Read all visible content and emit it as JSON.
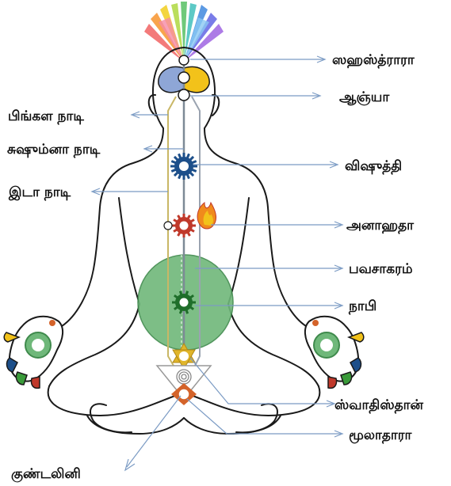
{
  "colors": {
    "outline": "#1a1a1a",
    "leader": "#7b9bc4",
    "heart_circle": "#6fb87a",
    "heart_circle_edge": "#3f8a4c",
    "ida_nadi": "#c9b766",
    "pingala_nadi": "#9aa3b0",
    "vishuddhi": "#1d4f8a",
    "anahata": "#c0392b",
    "nabhi": "#1f6e2a",
    "swadhisthan": "#e0b52a",
    "muladhara": "#d4632a",
    "flame": "#f08a1c",
    "left_eye": "#8ea6d6",
    "right_eye": "#f2c21a"
  },
  "icons": {
    "crown": "crown-rays-icon",
    "lotus_left": "lotus-left-hand-icon",
    "lotus_right": "lotus-right-hand-icon",
    "flame": "flame-icon"
  },
  "labels": {
    "sahasrara": "ஸஹஸ்த்ராரா",
    "ajna": "ஆஞ்யா",
    "pingala": "பிங்கள நாடி",
    "sushumna": "சுஷும்னா நாடி",
    "vishuddhi": "விஷுத்தி",
    "ida": "இடா நாடி",
    "anahata": "அனாஹதா",
    "bhavasagaram": "பவசாகரம்",
    "nabhi": "நாபி",
    "swadhisthan": "ஸ்வாதிஸ்தான்",
    "muladhara": "மூலாதாரா",
    "kundalini": "குண்டலினி"
  }
}
